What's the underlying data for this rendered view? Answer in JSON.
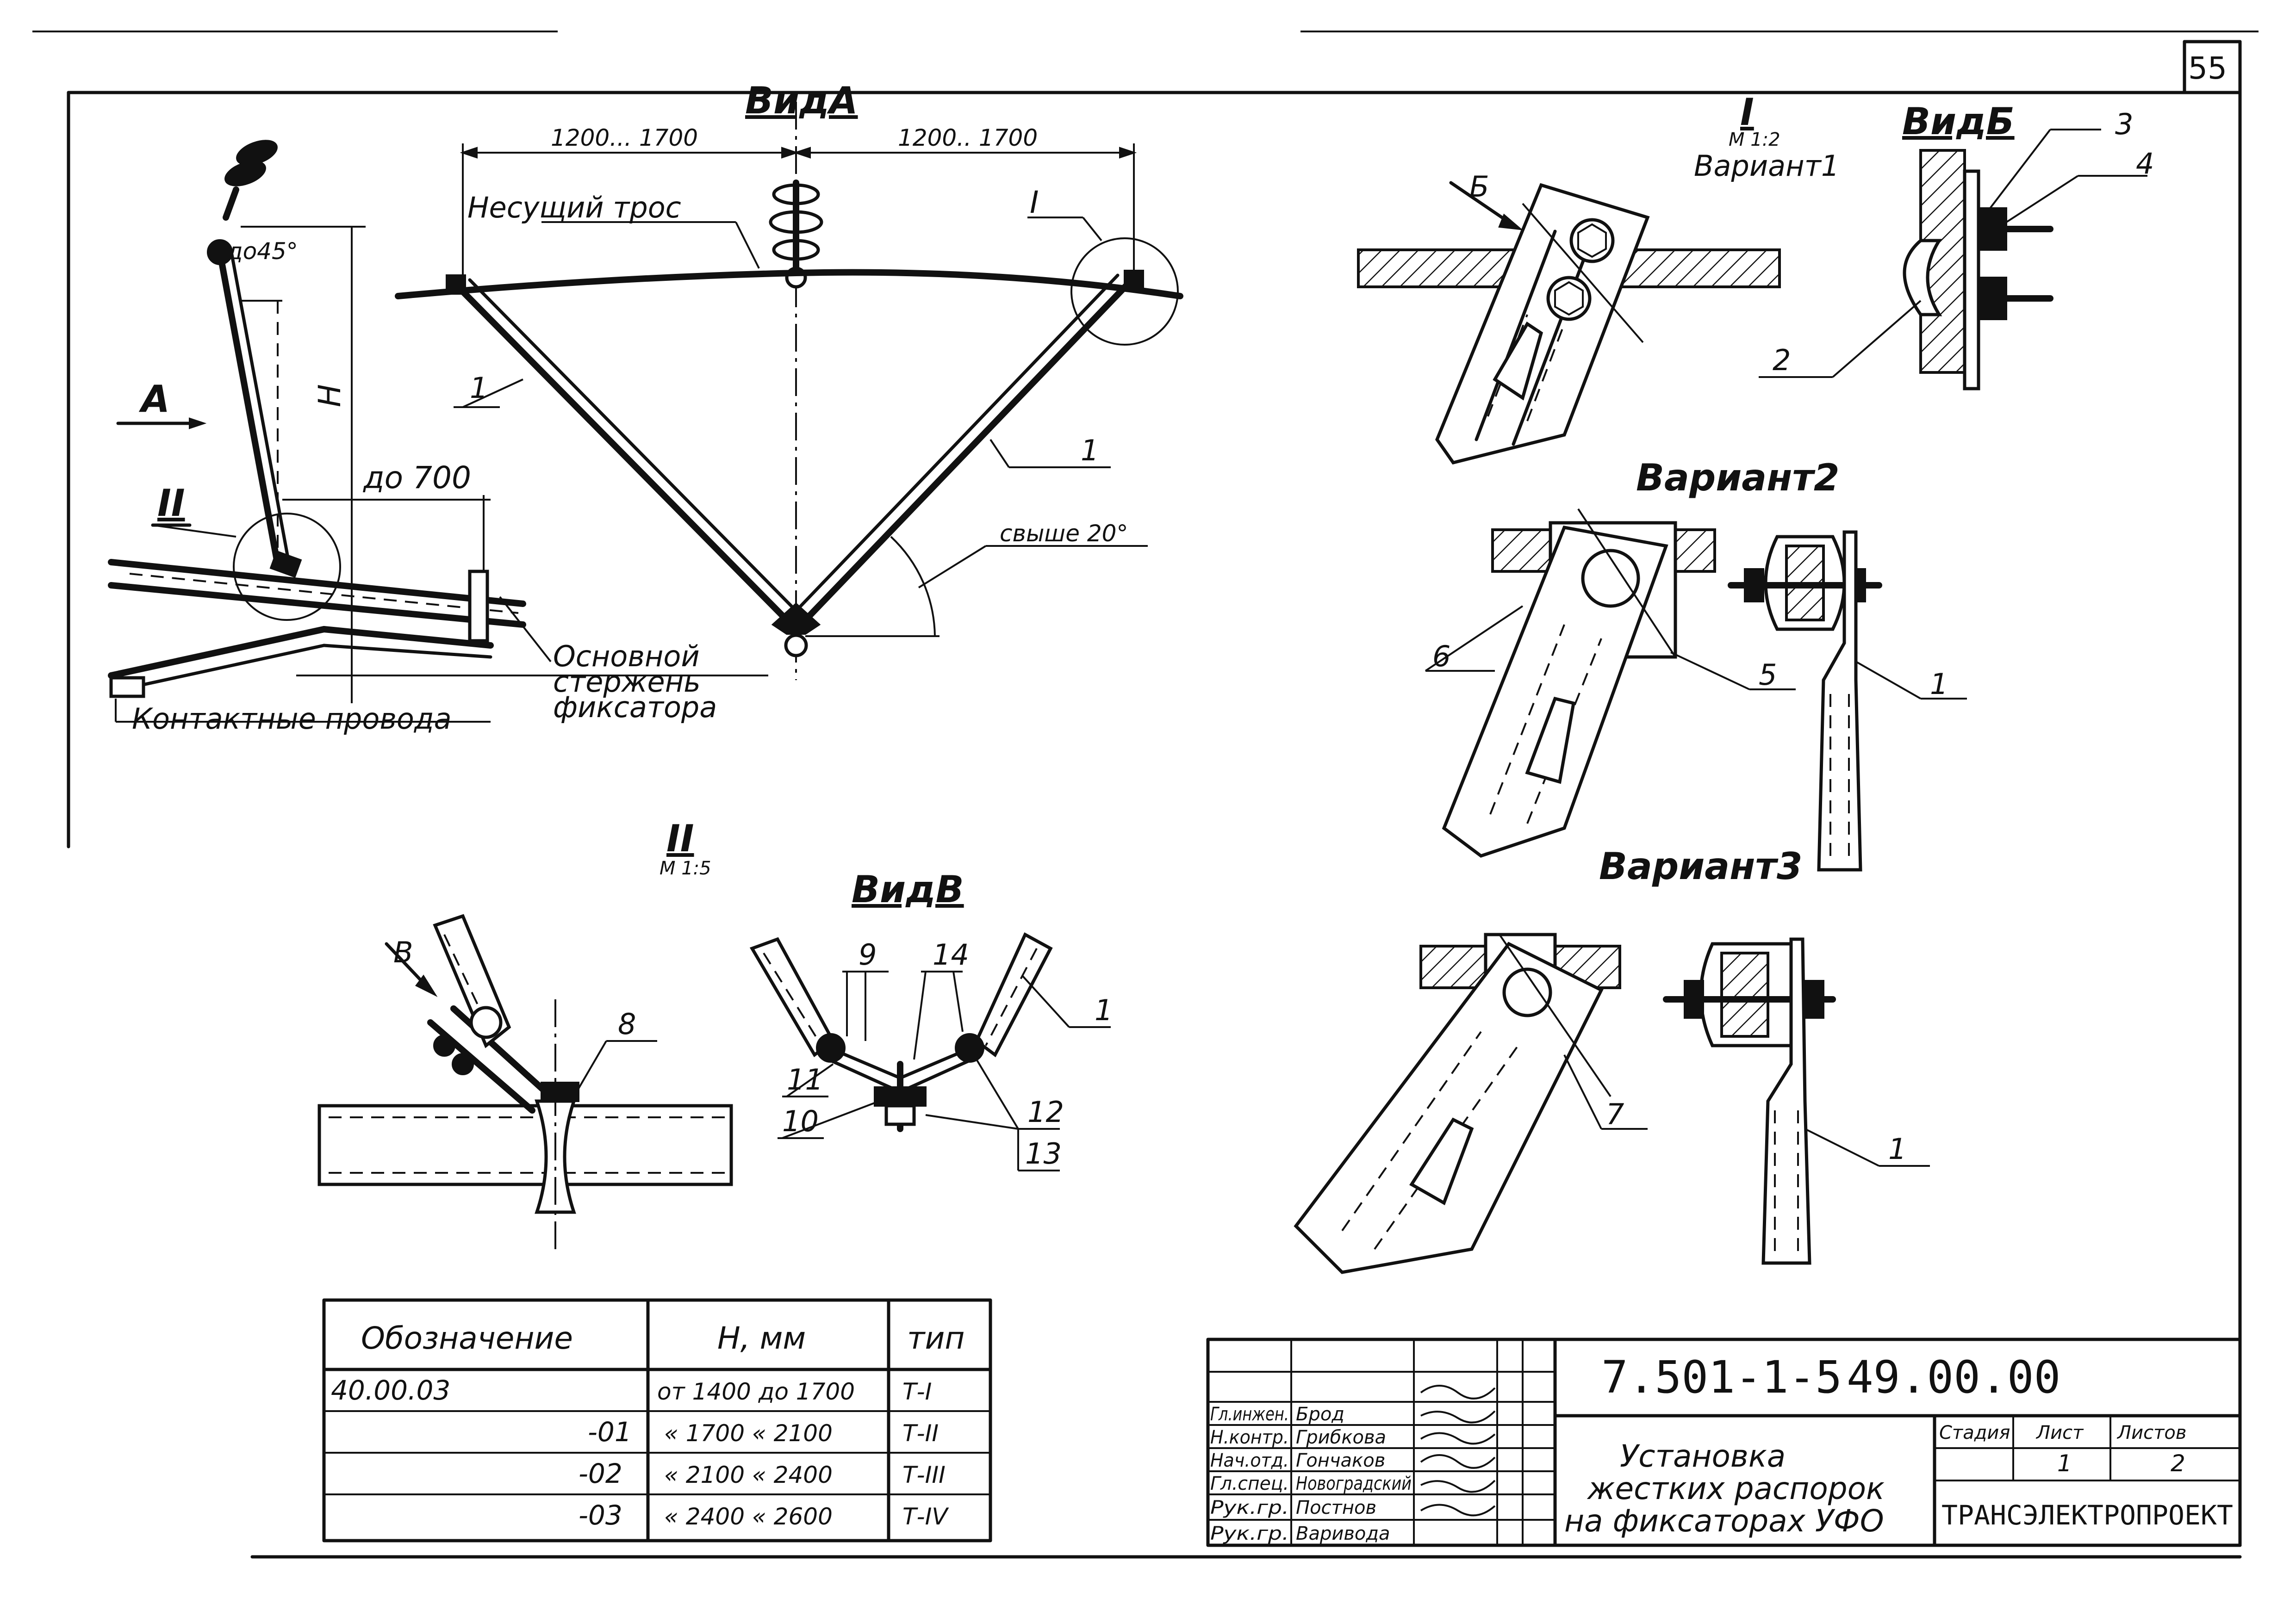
{
  "sheet_number": "55",
  "views": {
    "view_a": "ВидА",
    "view_b": "ВидБ",
    "view_v": "ВидВ",
    "detail_i": "I",
    "detail_i_scale": "М 1:2",
    "detail_i_variant": "Вариант1",
    "detail_ii": "II",
    "detail_ii_scale": "М 1:5",
    "variant_2": "Вариант2",
    "variant_3": "Вариант3"
  },
  "left_view": {
    "arrow_a": "А",
    "angle_label": "до45°",
    "dim_h": "Н",
    "dim_700": "до 700",
    "mark_ii": "II",
    "main_rod": [
      "Основной",
      "стержень",
      "фиксатора"
    ],
    "contact_wires": "Контактные провода"
  },
  "view_a": {
    "dim_left": "1200... 1700",
    "dim_right": "1200.. 1700",
    "cable_label": "Несущий трос",
    "mark_i": "I",
    "pos_left": "1",
    "pos_right": "1",
    "angle_label": "свыше 20°"
  },
  "detail_i_labels": {
    "arrow_b": "Б"
  },
  "view_b_labels": {
    "p3": "3",
    "p4": "4",
    "p2": "2"
  },
  "variant2_labels": {
    "p6": "6",
    "p5": "5",
    "p1": "1"
  },
  "variant3_labels": {
    "p7": "7",
    "p1": "1"
  },
  "detail_ii_labels": {
    "arrow_v": "В",
    "p8": "8"
  },
  "view_v_labels": {
    "p9": "9",
    "p14": "14",
    "p1": "1",
    "p11": "11",
    "p10": "10",
    "p12": "12",
    "p13": "13"
  },
  "table": {
    "headers": [
      "Обозначение",
      "Н, мм",
      "тип"
    ],
    "rows": [
      [
        "40.00.03",
        "от 1400 до 1700",
        "Т-I"
      ],
      [
        "-01",
        "« 1700 « 2100",
        "Т-II"
      ],
      [
        "-02",
        "« 2100 « 2400",
        "Т-III"
      ],
      [
        "-03",
        "« 2400 « 2600",
        "Т-IV"
      ]
    ]
  },
  "title_block": {
    "code": "7.501-1-5",
    "number": "49.00.00",
    "title_lines": [
      "Установка",
      "жестких распорок",
      "на фиксаторах УФО"
    ],
    "stage_header": "Стадия",
    "sheet_header": "Лист",
    "sheets_header": "Листов",
    "sheet_value": "1",
    "sheets_value": "2",
    "organization": "ТРАНСЭЛЕКТРОПРОЕКТ",
    "staff": [
      [
        "Гл.инжен.",
        "Брод"
      ],
      [
        "Н.контр.",
        "Грибкова"
      ],
      [
        "Нач.отд.",
        "Гончаков"
      ],
      [
        "Гл.спец.",
        "Новоградский"
      ],
      [
        "Рук.гр.",
        "Постнов"
      ],
      [
        "Рук.гр.",
        "Варивода"
      ]
    ]
  }
}
